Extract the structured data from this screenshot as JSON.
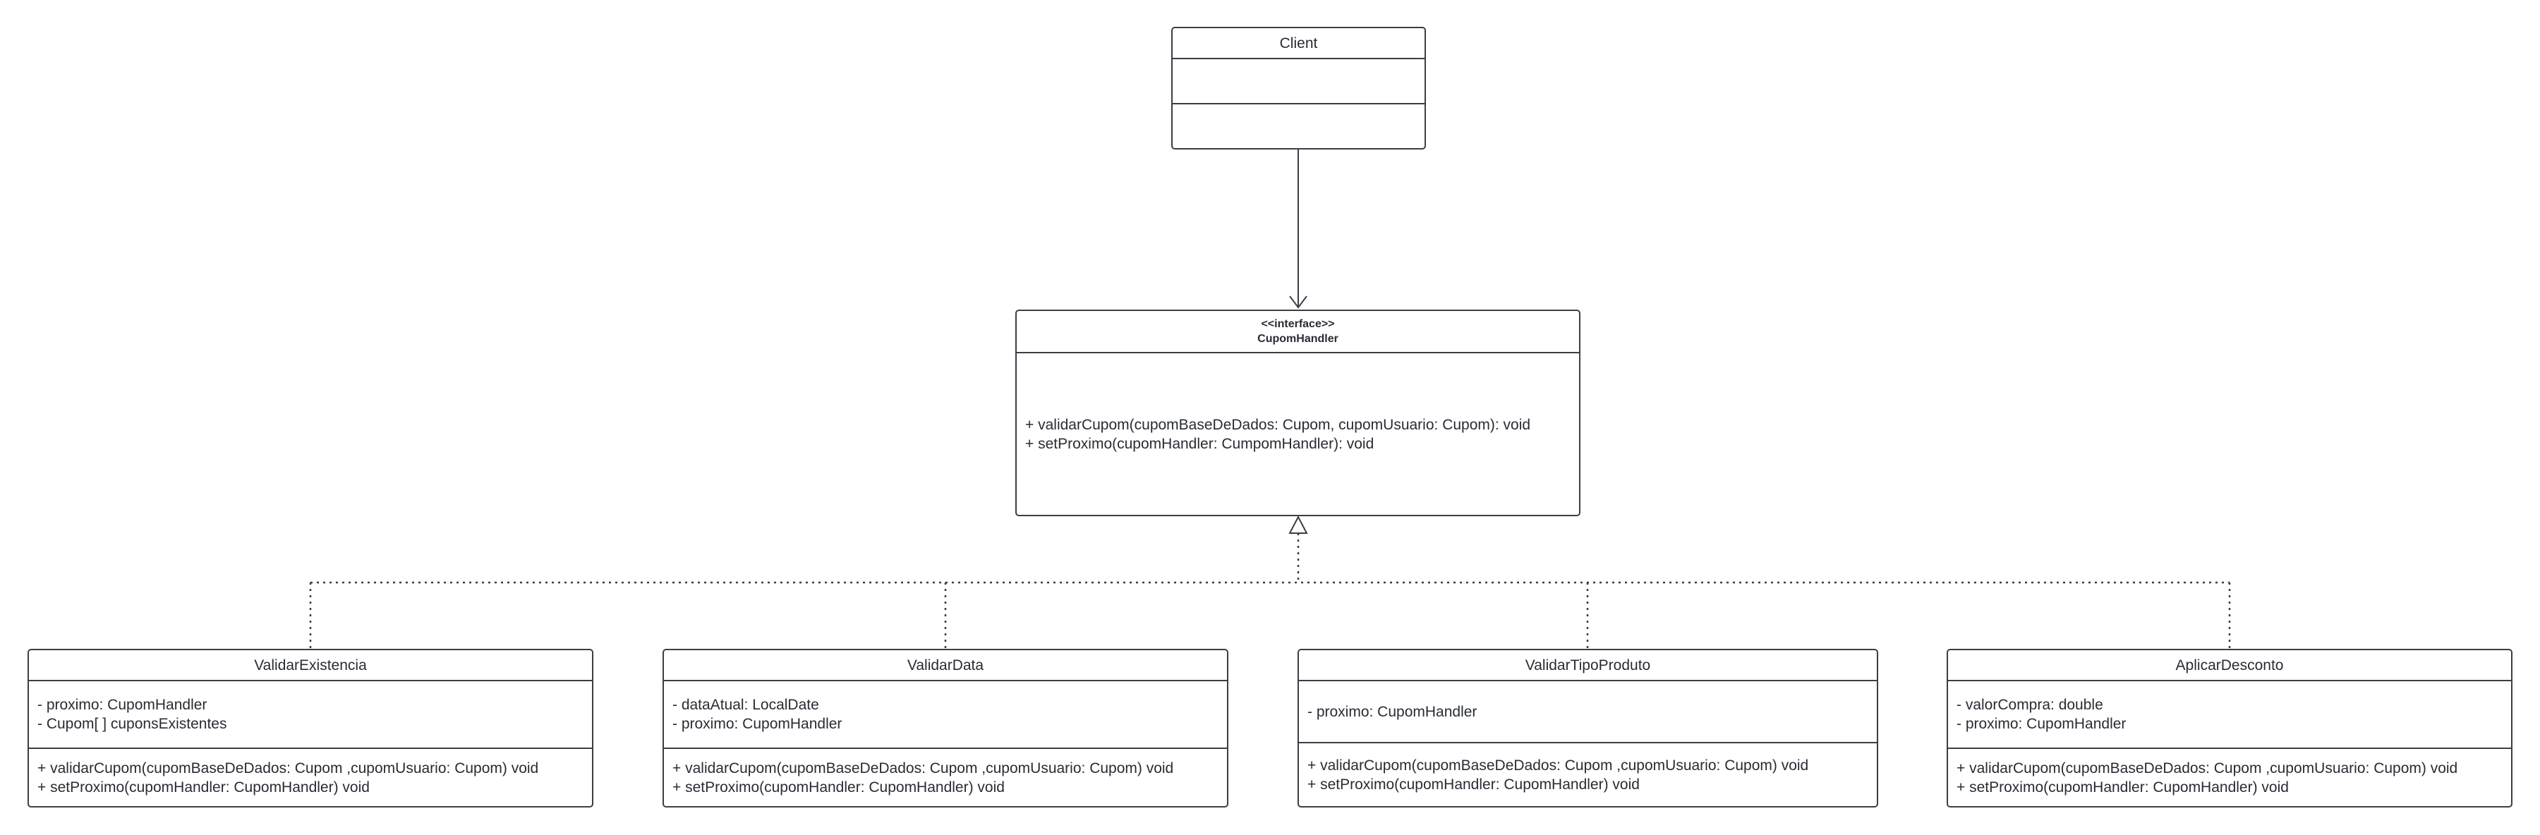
{
  "diagram": {
    "client": {
      "name": "Client",
      "attributes": [],
      "methods": []
    },
    "handler": {
      "stereotype": "<<interface>>",
      "name": "CupomHandler",
      "methods": [
        "+ validarCupom(cupomBaseDeDados: Cupom, cupomUsuario: Cupom): void",
        "+ setProximo(cupomHandler: CumpomHandler): void"
      ]
    },
    "classes": [
      {
        "name": "ValidarExistencia",
        "attributes": [
          "- proximo: CupomHandler",
          "- Cupom[ ] cuponsExistentes"
        ],
        "methods": [
          "+ validarCupom(cupomBaseDeDados: Cupom ,cupomUsuario: Cupom) void",
          "+ setProximo(cupomHandler: CupomHandler) void"
        ]
      },
      {
        "name": "ValidarData",
        "attributes": [
          "- dataAtual: LocalDate",
          "- proximo: CupomHandler"
        ],
        "methods": [
          "+ validarCupom(cupomBaseDeDados: Cupom ,cupomUsuario: Cupom) void",
          "+ setProximo(cupomHandler: CupomHandler) void"
        ]
      },
      {
        "name": "ValidarTipoProduto",
        "attributes": [
          "- proximo: CupomHandler"
        ],
        "methods": [
          "+ validarCupom(cupomBaseDeDados: Cupom ,cupomUsuario: Cupom) void",
          "+ setProximo(cupomHandler: CupomHandler) void"
        ]
      },
      {
        "name": "AplicarDesconto",
        "attributes": [
          "- valorCompra: double",
          "- proximo: CupomHandler"
        ],
        "methods": [
          "+ validarCupom(cupomBaseDeDados: Cupom ,cupomUsuario: Cupom) void",
          "+ setProximo(cupomHandler: CupomHandler) void"
        ]
      }
    ],
    "colors": {
      "stroke": "#3a3e45",
      "text": "#282c33",
      "background": "#ffffff"
    }
  }
}
